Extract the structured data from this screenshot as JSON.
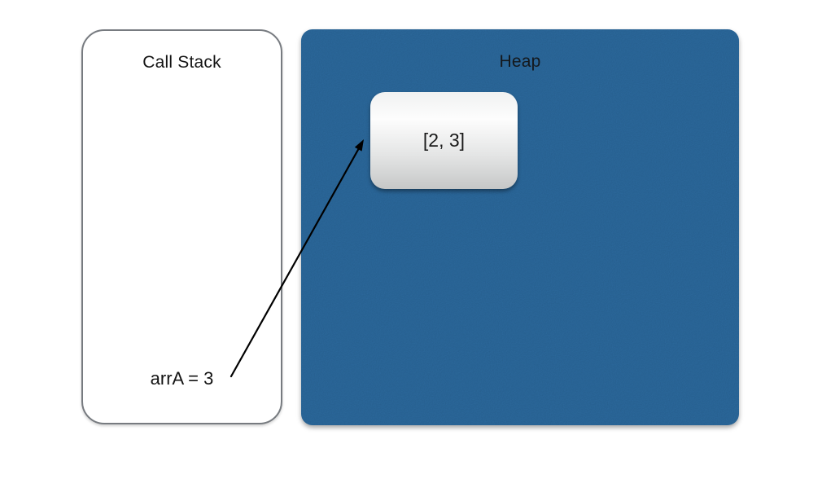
{
  "call_stack": {
    "title": "Call Stack",
    "variable": "arrA = 3"
  },
  "heap": {
    "title": "Heap",
    "object_value": "[2, 3]"
  },
  "colors": {
    "slide_bg": "#ffffff",
    "heap_bg": "#2d6da3",
    "panel_border": "#777b80",
    "object_gradient_top": "#f0f1f1",
    "object_gradient_bottom": "#c6c7c7",
    "arrow": "#000000",
    "text": "#141414"
  }
}
